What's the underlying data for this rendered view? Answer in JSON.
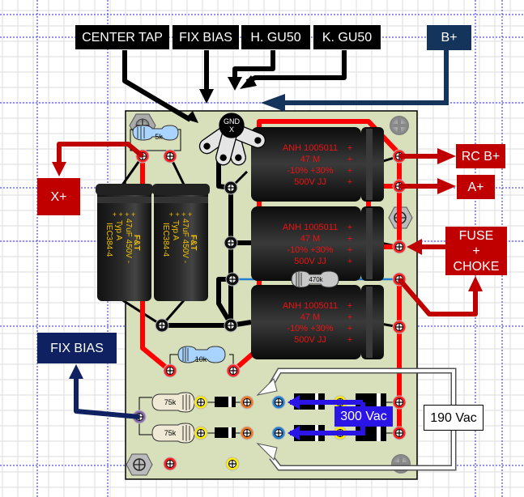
{
  "diagram": {
    "title": "Power supply board layout",
    "labels": {
      "center_tap": "CENTER TAP",
      "fix_bias_top": "FIX BIAS",
      "h_gu50": "H. GU50",
      "k_gu50": "K. GU50",
      "b_plus": "B+",
      "x_plus": "X+",
      "rc_b_plus": "RC B+",
      "a_plus": "A+",
      "fuse_choke": "FUSE\n+\nCHOKE",
      "fuse": "FUSE",
      "plus": "+",
      "choke": "CHOKE",
      "fix_bias_left": "FIX BIAS",
      "vac_300": "300 Vac",
      "vac_190": "190 Vac"
    },
    "tag_strip": {
      "center_label_1": "GND",
      "center_label_2": "X"
    },
    "resistors": {
      "r_5k": "5k",
      "r_10k": "10k",
      "r_470k": "470k",
      "r_75k_a": "75k",
      "r_75k_b": "75k"
    },
    "small_caps": {
      "value": "47uF 450V -",
      "type": "Typ A",
      "standard": "IEC384-4",
      "plus_marks": "+ + + +",
      "logo": "F&T"
    },
    "big_caps": {
      "line1": "ANH 1005011",
      "line2": "47 M",
      "line3": "-10% +30%",
      "line4": "500V    JJ",
      "plus": "+"
    },
    "colors": {
      "board": "#d8dfbb",
      "trace_red": "#ff0000",
      "trace_black": "#000000",
      "trace_blue": "#1f7fd0",
      "label_red": "#c00000",
      "label_navy": "#14345c",
      "label_darknavy": "#0f2160",
      "vac_blue": "#2a14e6",
      "grid_minor": "#dddddd",
      "grid_major": "#2a2ae0"
    }
  }
}
